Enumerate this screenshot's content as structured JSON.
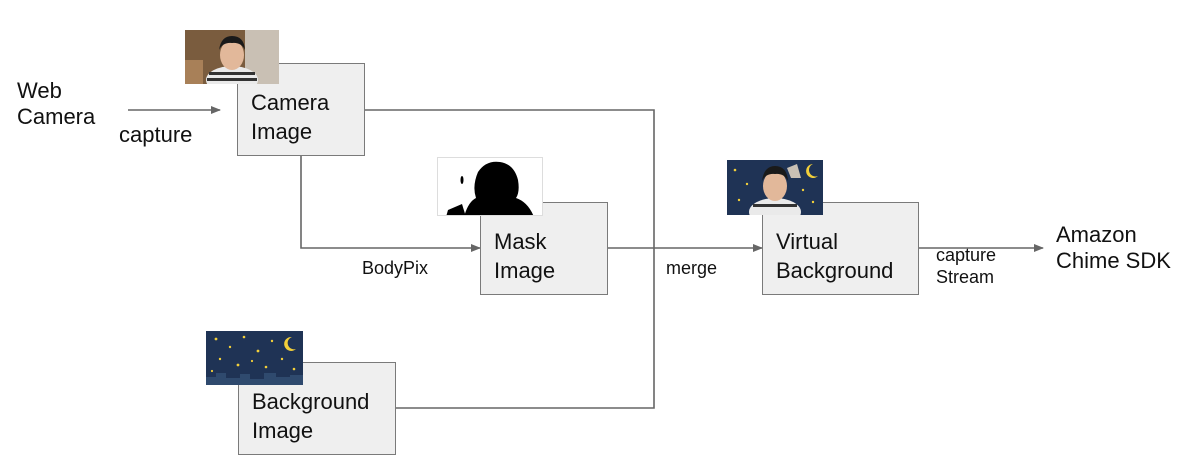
{
  "source": {
    "line1": "Web",
    "line2": "Camera"
  },
  "boxes": {
    "camera": {
      "line1": "Camera",
      "line2": "Image"
    },
    "mask": {
      "line1": "Mask",
      "line2": "Image"
    },
    "background": {
      "line1": "Background",
      "line2": "Image"
    },
    "virtual": {
      "line1": "Virtual",
      "line2": "Background"
    }
  },
  "edges": {
    "capture": "capture",
    "bodypix": "BodyPix",
    "merge": "merge",
    "capture_stream": {
      "line1": "capture",
      "line2": "Stream"
    }
  },
  "target": {
    "line1": "Amazon",
    "line2": "Chime SDK"
  },
  "colors": {
    "box_fill": "#efefef",
    "box_border": "#7a7a7a",
    "line": "#666666",
    "night_sky": "#1f3355",
    "star": "#f2cf3a"
  }
}
